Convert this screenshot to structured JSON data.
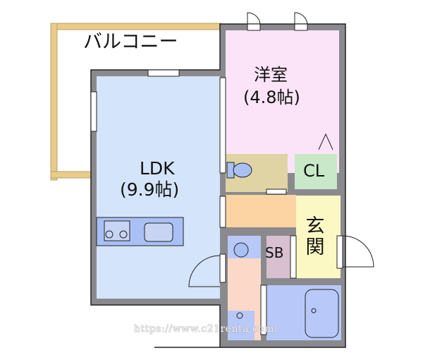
{
  "labels": {
    "balcony": "バルコニー",
    "western_room": "洋室",
    "western_room_size": "(4.8帖)",
    "ldk": "LDK",
    "ldk_size": "(9.9帖)",
    "closet": "CL",
    "entrance": "玄関",
    "shoe_box": "SB"
  },
  "watermark": "https://www.c21renta.com/",
  "colors": {
    "wall": "#8a8a8e",
    "balcony": "#e8cc88",
    "ldk": "#d4e4fa",
    "western_room": "#fce4f8",
    "toilet": "#e0d4a4",
    "closet": "#c8e8c8",
    "hall": "#fcd4a4",
    "entrance": "#fcf8c4",
    "shoe_box": "#d8c0d0",
    "washroom": "#fcd8c8",
    "bath": "#b8c8f8",
    "fixture": "#a8c0f4"
  }
}
